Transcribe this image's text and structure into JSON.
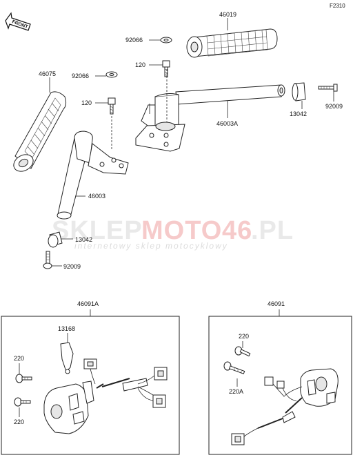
{
  "figure_code": "F2310",
  "front_arrow": {
    "text": "FRONT"
  },
  "watermark": {
    "part1": "SKLEP",
    "part2": "MOTO",
    "part3": "46",
    "part4": ".PL",
    "subtitle": "internetowy sklep motocyklowy"
  },
  "labels": {
    "grip_right": "46019",
    "washer_right": "92066",
    "bolt_right": "120",
    "handlebar_right": "46003A",
    "weight_right": "13042",
    "screw_right": "92009",
    "grip_left": "46075",
    "washer_left": "92066",
    "bolt_left": "120",
    "handlebar_left": "46003",
    "weight_left": "13042",
    "screw_left": "92009",
    "switch_left_assy": "46091A",
    "switch_left_lever": "13168",
    "switch_left_screw_top": "220",
    "switch_left_screw_bottom": "220",
    "switch_right_assy": "46091",
    "switch_right_screw_top": "220",
    "switch_right_screw_bottom": "220A"
  }
}
